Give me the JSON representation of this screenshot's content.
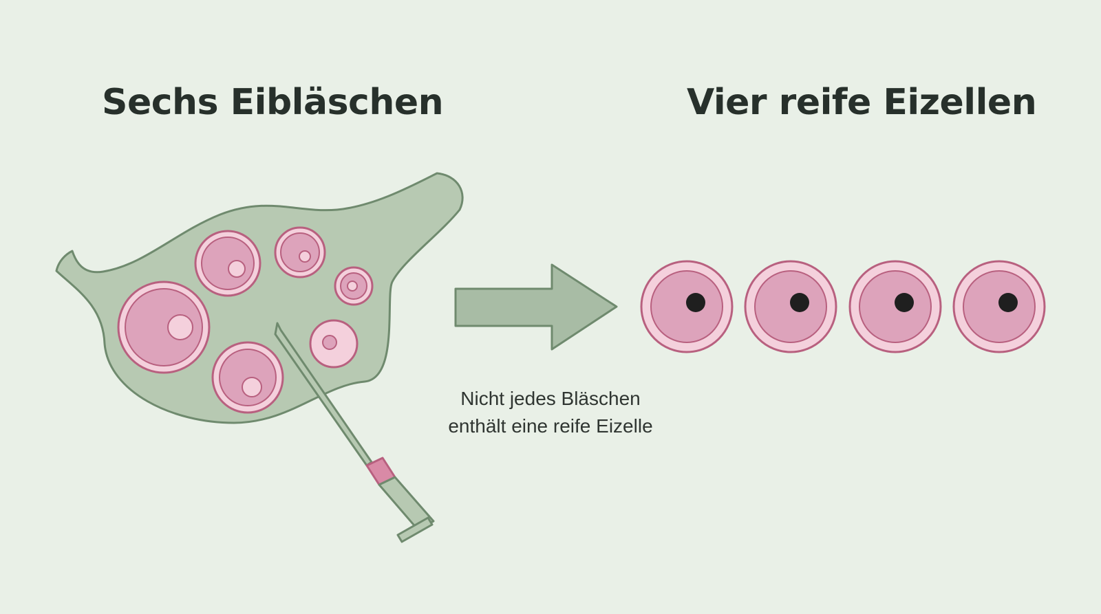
{
  "headings": {
    "left": "Sechs Eibläschen",
    "right": "Vier reife Eizellen"
  },
  "caption": {
    "line1": "Nicht jedes Bläschen",
    "line2": "enthält eine reife Eizelle"
  },
  "colors": {
    "background": "#e9f0e7",
    "ovary_fill": "#b7c9b2",
    "ovary_stroke": "#6f8a6e",
    "follicle_outer": "#f4d0dc",
    "follicle_inner": "#dda3bb",
    "follicle_stroke": "#b8607f",
    "nucleus": "#1f1f1f",
    "arrow": "#a8bca5",
    "needle_hub": "#d98aa6",
    "text": "#27302b"
  },
  "follicles": [
    {
      "name": "follicle-large-left"
    },
    {
      "name": "follicle-upper-middle"
    },
    {
      "name": "follicle-upper-right"
    },
    {
      "name": "follicle-small-right"
    },
    {
      "name": "follicle-mid-right"
    },
    {
      "name": "follicle-lower-middle"
    }
  ],
  "mature_eggs": [
    {
      "name": "mature-egg-1"
    },
    {
      "name": "mature-egg-2"
    },
    {
      "name": "mature-egg-3"
    },
    {
      "name": "mature-egg-4"
    }
  ]
}
